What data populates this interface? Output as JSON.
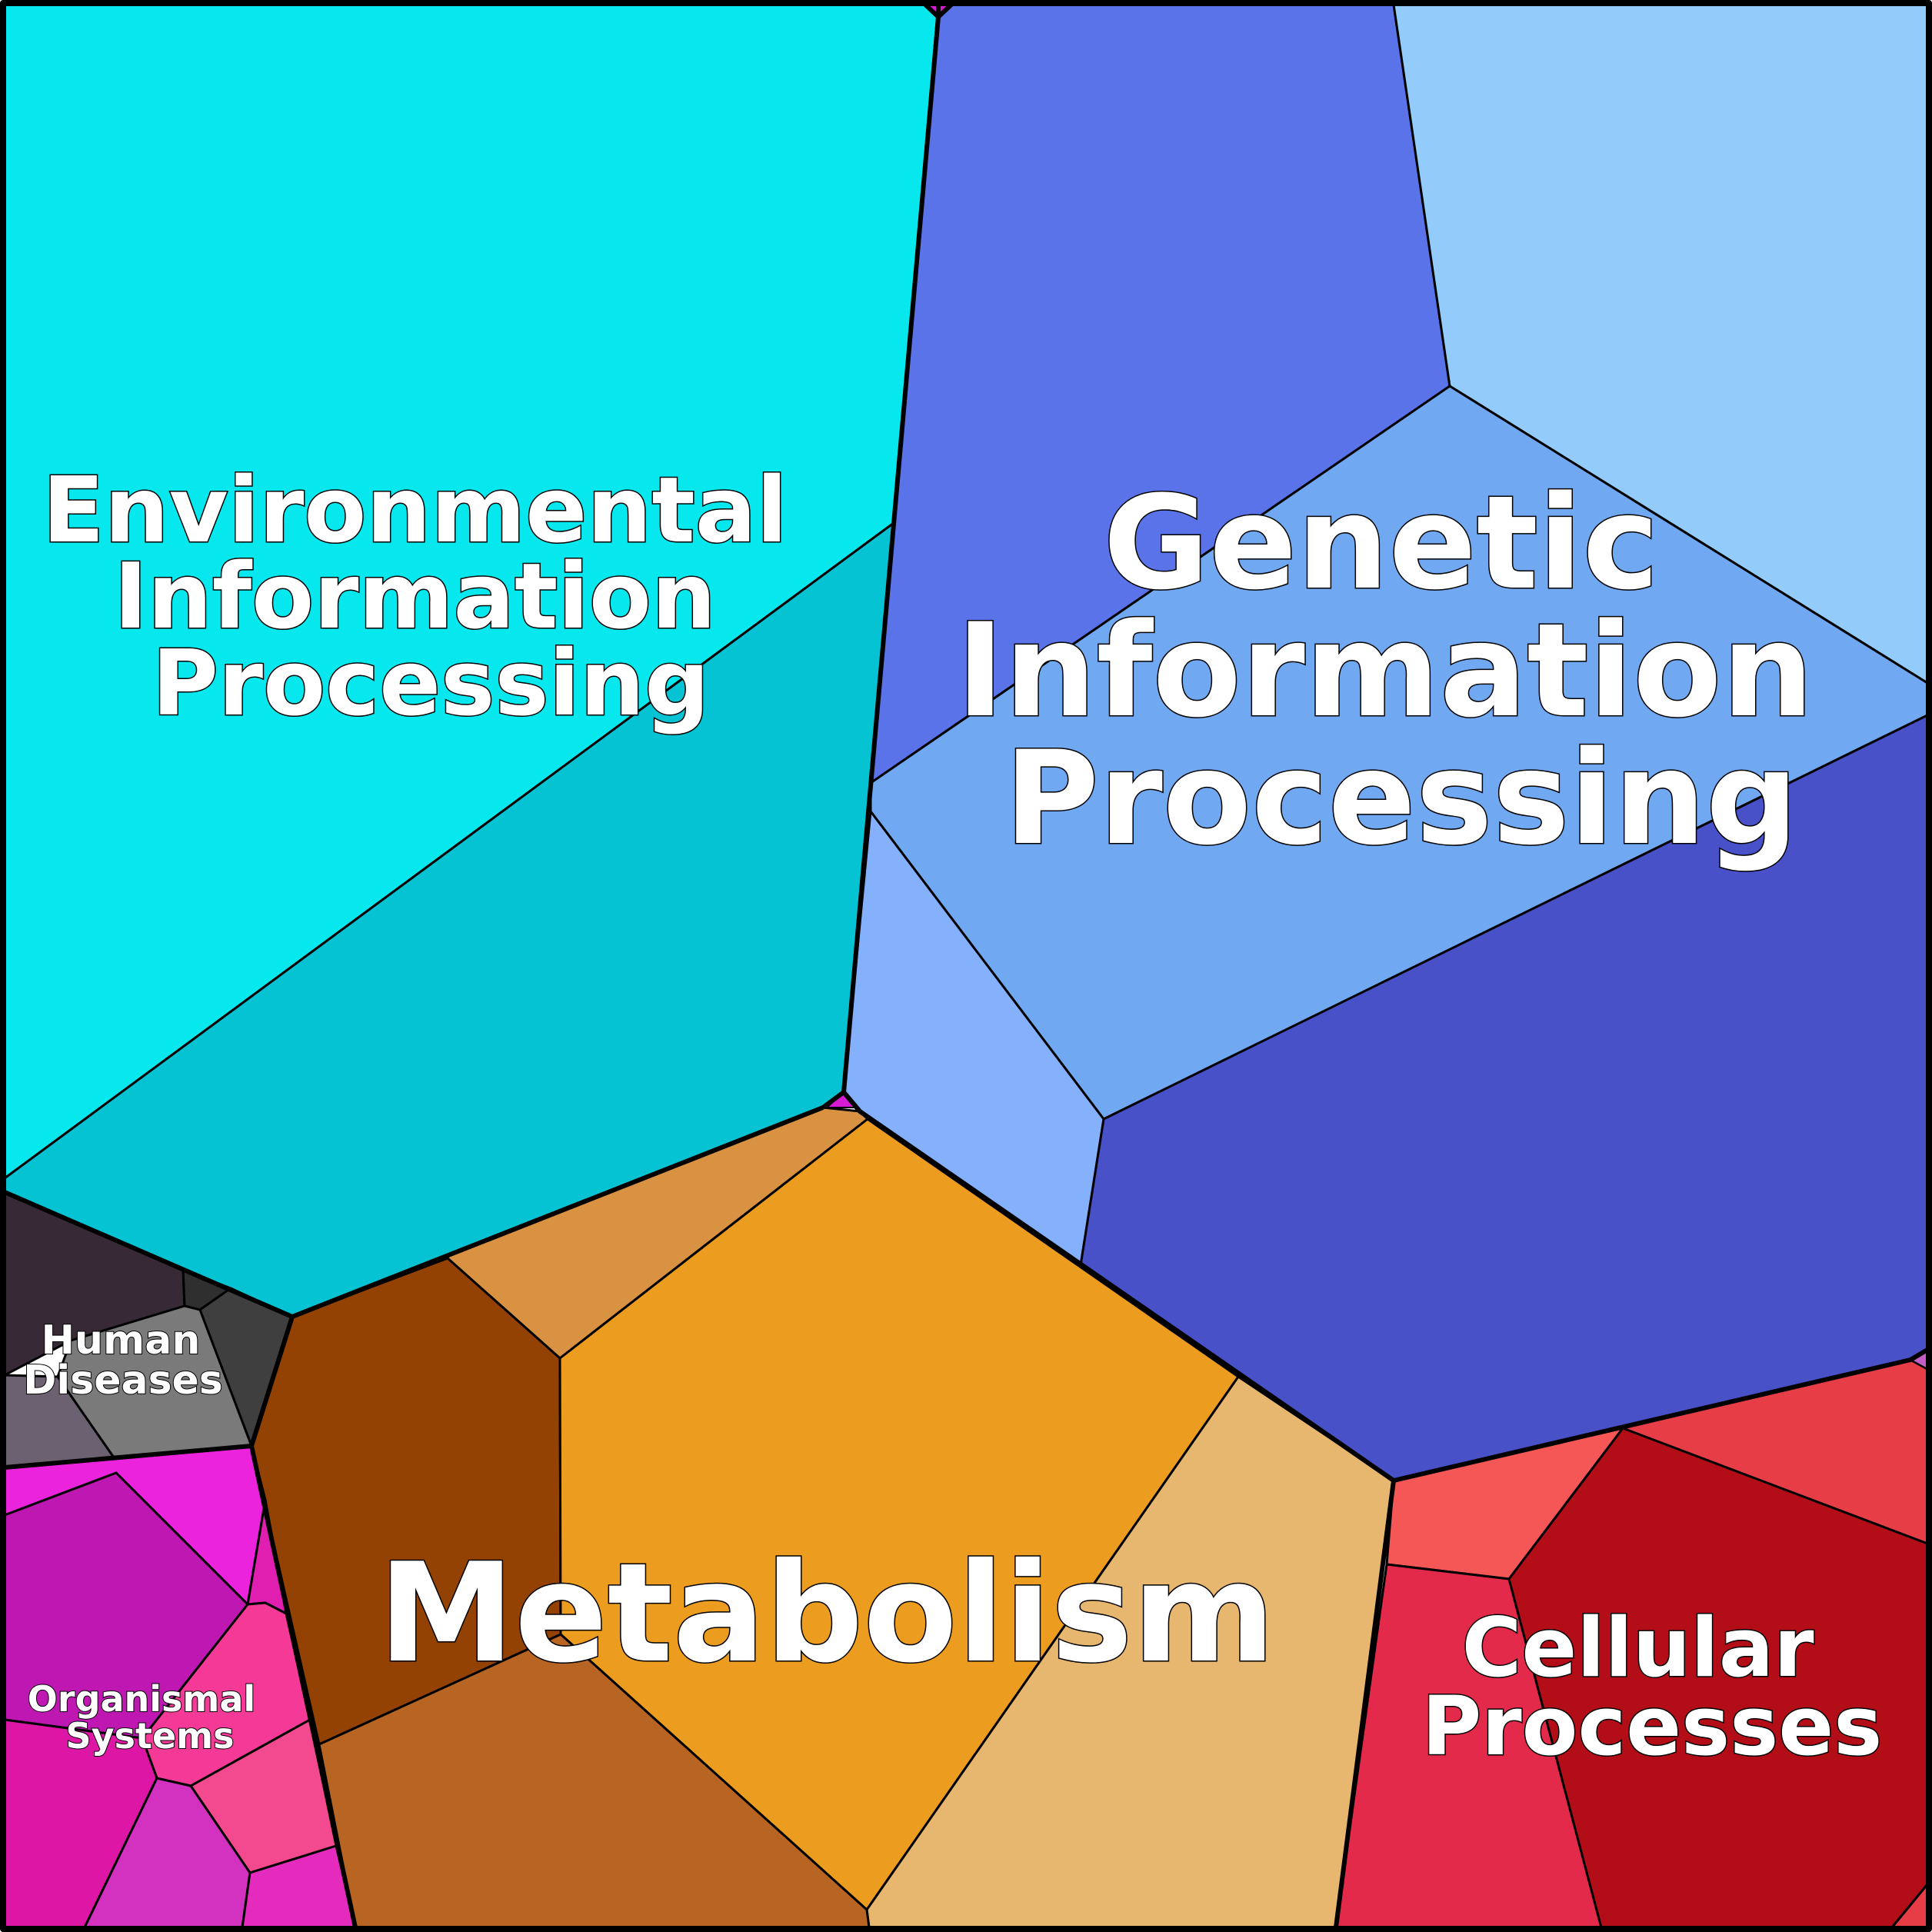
{
  "categories": [
    {
      "key": "environmental",
      "label": "Environmental Information Processing",
      "color": "#06E8ED"
    },
    {
      "key": "genetic",
      "label": "Genetic Information Processing",
      "color": "#5A73E8"
    },
    {
      "key": "metabolism",
      "label": "Metabolism",
      "color": "#EC9C1F"
    },
    {
      "key": "cellular",
      "label": "Cellular Processes",
      "color": "#B30E18"
    },
    {
      "key": "human",
      "label": "Human Diseases",
      "color": "#7A7A7A"
    },
    {
      "key": "organismal",
      "label": "Organismal Systems",
      "color": "#C016B2"
    }
  ],
  "labels": {
    "environmental": [
      "Environmental",
      "Information",
      "Processing"
    ],
    "genetic": [
      "Genetic",
      "Information",
      "Processing"
    ],
    "metabolism": [
      "Metabolism"
    ],
    "cellular": [
      "Cellular",
      "Processes"
    ],
    "human": [
      "Human",
      "Diseases"
    ],
    "organismal": [
      "Organismal",
      "Systems"
    ]
  }
}
